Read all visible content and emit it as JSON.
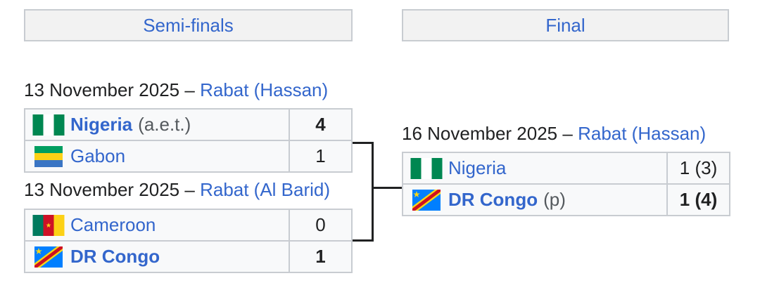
{
  "rounds": [
    {
      "label": "Semi-finals"
    },
    {
      "label": "Final"
    }
  ],
  "date_separator": "–",
  "matches": [
    {
      "date": "13 November 2025",
      "venue": "Rabat (Hassan)",
      "teams": [
        {
          "name": "Nigeria",
          "note": "(a.e.t.)",
          "score": "4",
          "winner": true,
          "flag": "nigeria-flag"
        },
        {
          "name": "Gabon",
          "note": "",
          "score": "1",
          "winner": false,
          "flag": "gabon-flag"
        }
      ]
    },
    {
      "date": "13 November 2025",
      "venue": "Rabat (Al Barid)",
      "teams": [
        {
          "name": "Cameroon",
          "note": "",
          "score": "0",
          "winner": false,
          "flag": "cameroon-flag"
        },
        {
          "name": "DR Congo",
          "note": "",
          "score": "1",
          "winner": true,
          "flag": "dr-congo-flag"
        }
      ]
    },
    {
      "date": "16 November 2025",
      "venue": "Rabat (Hassan)",
      "teams": [
        {
          "name": "Nigeria",
          "note": "",
          "score": "1 (3)",
          "winner": false,
          "flag": "nigeria-flag"
        },
        {
          "name": "DR Congo",
          "note": "(p)",
          "score": "1 (4)",
          "winner": true,
          "flag": "dr-congo-flag"
        }
      ]
    }
  ],
  "colors": {
    "link": "#3366cc",
    "text": "#202122",
    "header_bg": "#f2f2f2",
    "cell_bg": "#f8f9fa",
    "border": "#c8ccd1"
  }
}
